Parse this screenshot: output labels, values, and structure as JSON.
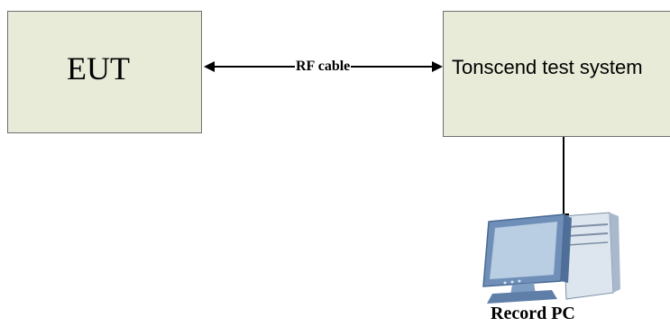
{
  "diagram": {
    "eut_label": "EUT",
    "test_system_label": "Tonscend test system",
    "cable_label": "RF cable",
    "pc_label": "Record PC",
    "colors": {
      "box_fill": "#e8ebd8",
      "box_border": "#6f6f6f",
      "line": "#000000",
      "monitor_blue": "#6f8fb8",
      "screen": "#b9cde3"
    },
    "icons": [
      "bidirectional-arrow",
      "computer-icon"
    ]
  }
}
